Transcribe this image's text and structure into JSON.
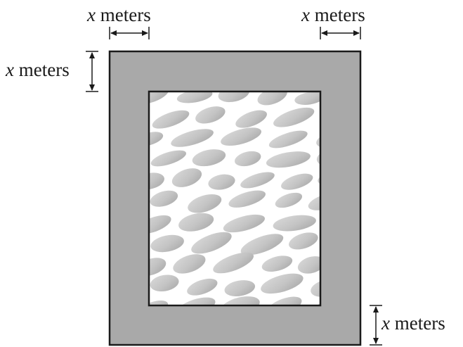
{
  "labels": {
    "top_left": {
      "variable": "x",
      "unit": "meters"
    },
    "top_right": {
      "variable": "x",
      "unit": "meters"
    },
    "left": {
      "variable": "x",
      "unit": "meters"
    },
    "bottom_right": {
      "variable": "x",
      "unit": "meters"
    }
  },
  "colors": {
    "walkway": "#a9a9a9",
    "outline": "#1a1a1a",
    "water_light": "#ffffff",
    "water_dark": "#b5b5b5"
  }
}
